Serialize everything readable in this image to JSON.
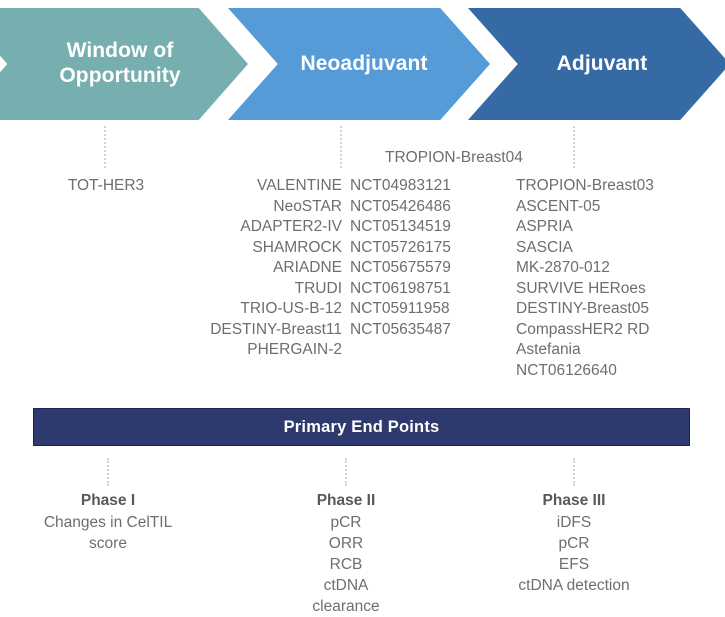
{
  "stages": [
    {
      "key": "window_of_opportunity",
      "label": "Window of\nOpportunity",
      "color": "#77aeb0"
    },
    {
      "key": "neoadjuvant",
      "label": "Neoadjuvant",
      "color": "#559bd8"
    },
    {
      "key": "adjuvant",
      "label": "Adjuvant",
      "color": "#356aa4"
    }
  ],
  "window_trials": [
    "TOT-HER3"
  ],
  "neoadjuvant_trials": [
    {
      "name": "VALENTINE",
      "nct": "NCT04983121"
    },
    {
      "name": "NeoSTAR",
      "nct": "NCT05426486"
    },
    {
      "name": "ADAPTER2-IV",
      "nct": "NCT05134519"
    },
    {
      "name": "SHAMROCK",
      "nct": "NCT05726175"
    },
    {
      "name": "ARIADNE",
      "nct": "NCT05675579"
    },
    {
      "name": "TRUDI",
      "nct": "NCT06198751"
    },
    {
      "name": "TRIO-US-B-12",
      "nct": "NCT05911958"
    },
    {
      "name": "DESTINY-Breast11",
      "nct": "NCT05635487"
    },
    {
      "name": "PHERGAIN-2",
      "nct": ""
    }
  ],
  "bridging_trial": "TROPION-Breast04",
  "adjuvant_trials": [
    "TROPION-Breast03",
    "ASCENT-05",
    "ASPRIA",
    "SASCIA",
    "MK-2870-012",
    "SURVIVE HERoes",
    "DESTINY-Breast05",
    "CompassHER2 RD",
    "Astefania",
    "NCT06126640"
  ],
  "endpoints_bar": {
    "title": "Primary End Points",
    "color": "#2e3a6e"
  },
  "phases": [
    {
      "title": "Phase I",
      "items": [
        "Changes in CelTIL",
        "score"
      ]
    },
    {
      "title": "Phase II",
      "items": [
        "pCR",
        "ORR",
        "RCB",
        "ctDNA",
        "clearance"
      ]
    },
    {
      "title": "Phase III",
      "items": [
        "iDFS",
        "pCR",
        "EFS",
        "ctDNA detection"
      ]
    }
  ],
  "connector_color": "#c9d3e0"
}
